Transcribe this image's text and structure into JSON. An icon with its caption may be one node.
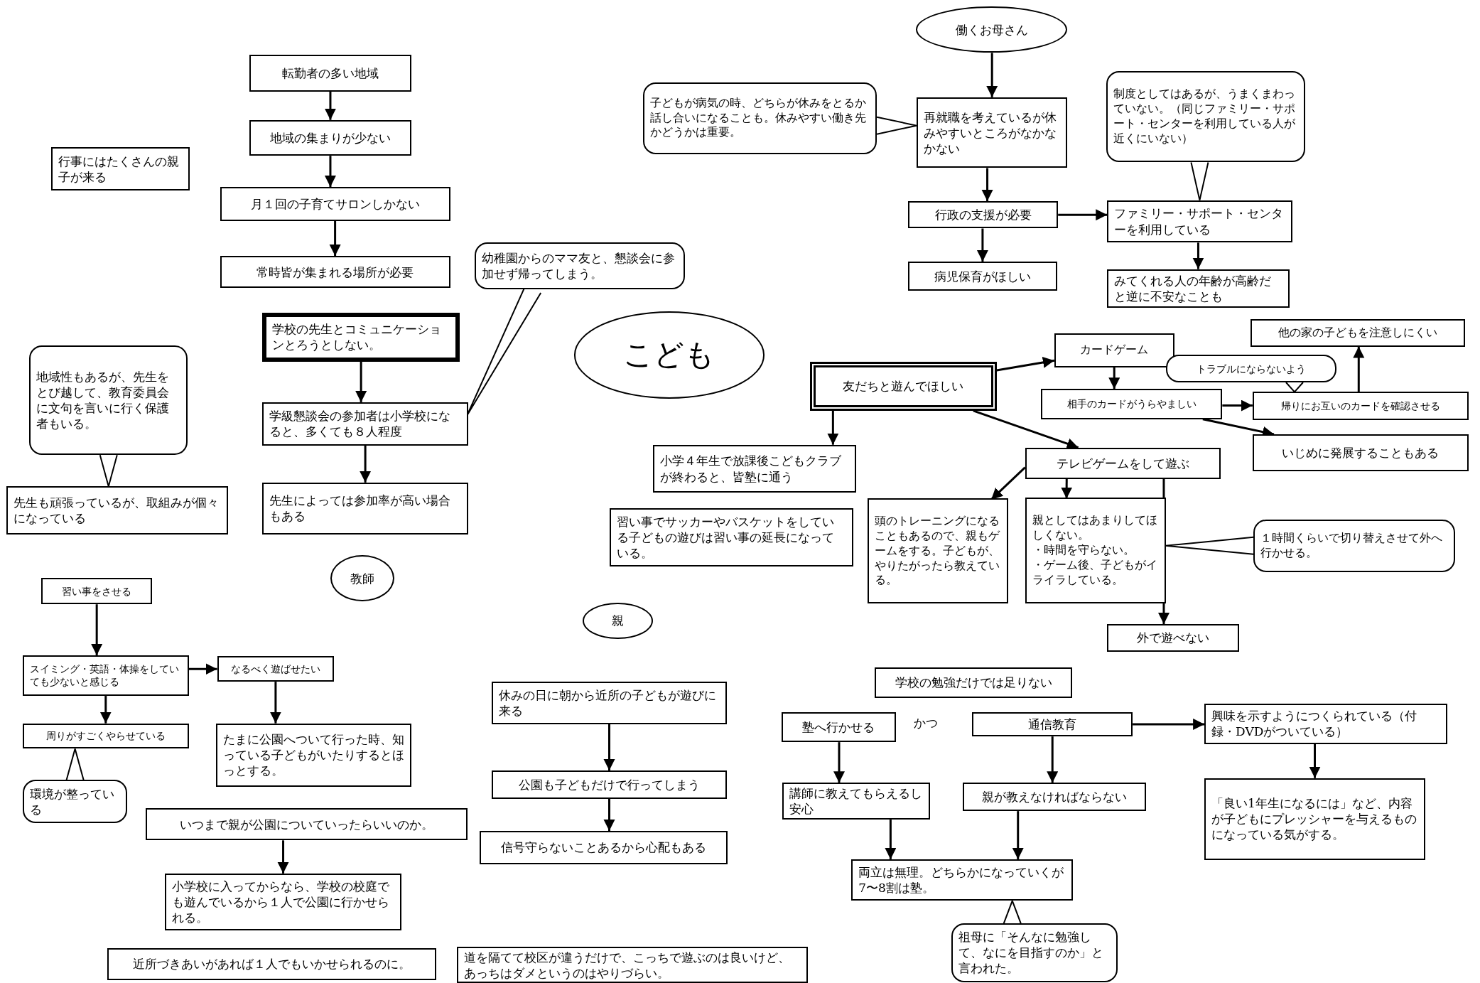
{
  "diagram": {
    "nodes": [
      {
        "text": [
          "転勤者の多い地域"
        ]
      },
      {
        "text": [
          "地域の集まりが少ない"
        ]
      },
      {
        "text": [
          "月１回の子育てサロンしかない"
        ]
      },
      {
        "text": [
          "常時皆が集まれる場所が必要"
        ]
      },
      {
        "text": [
          "行事にはたくさんの親子が来る"
        ]
      },
      {
        "text": [
          "学校の先生とコミュニケーションとろうとしない。"
        ]
      },
      {
        "text": [
          "学級懇談会の参加者は小学校になると、多くても８人程度"
        ]
      },
      {
        "text": [
          "先生によっては参加率が高い場合もある"
        ]
      },
      {
        "text": [
          "幼稚園からのママ友と、懇談会に参加せず帰ってしまう。"
        ]
      },
      {
        "text": [
          "地域性もあるが、先生をとび越して、教育委員会に文句を言いに行く保護者もいる。"
        ]
      },
      {
        "text": [
          "先生も頑張っているが、取組みが個々になっている"
        ]
      },
      {
        "text": [
          "教師"
        ]
      },
      {
        "text": [
          "こども"
        ]
      },
      {
        "text": [
          "親"
        ]
      },
      {
        "text": [
          "働くお母さん"
        ]
      },
      {
        "text": [
          "子どもが病気の時、どちらが休みをとるか話し合いになることも。休みやすい働き先かどうかは重要。"
        ]
      },
      {
        "text": [
          "再就職を考えているが休みやすいところがなかなかない"
        ]
      },
      {
        "text": [
          "行政の支援が必要"
        ]
      },
      {
        "text": [
          "病児保育がほしい"
        ]
      },
      {
        "text": [
          "ファミリー・サポート・センターを利用している"
        ]
      },
      {
        "text": [
          "制度としてはあるが、うまくまわっていない。（同じファミリー・サポート・センターを利用している人が近くにいない）"
        ]
      },
      {
        "text": [
          "みてくれる人の年齢が高齢だと逆に不安なことも"
        ]
      },
      {
        "text": [
          "友だちと遊んでほしい"
        ]
      },
      {
        "text": [
          "カードゲーム"
        ]
      },
      {
        "text": [
          "トラブルにならないよう"
        ]
      },
      {
        "text": [
          "相手のカードがうらやましい"
        ]
      },
      {
        "text": [
          "帰りにお互いのカードを確認させる"
        ]
      },
      {
        "text": [
          "他の家の子どもを注意しにくい"
        ]
      },
      {
        "text": [
          "いじめに発展することもある"
        ]
      },
      {
        "text": [
          "小学４年生で放課後こどもクラブが終わると、皆塾に通う"
        ]
      },
      {
        "text": [
          "習い事でサッカーやバスケットをしている子どもの遊びは習い事の延長になっている。"
        ]
      },
      {
        "text": [
          "テレビゲームをして遊ぶ"
        ]
      },
      {
        "text": [
          "頭のトレーニングになることもあるので、親もゲームをする。子どもが、やりたがったら教えている。"
        ]
      },
      {
        "text": [
          "親としてはあまりしてほしくない。",
          "・時間を守らない。",
          "・ゲーム後、子どもがイライラしている。"
        ]
      },
      {
        "text": [
          "１時間くらいで切り替えさせて外へ行かせる。"
        ]
      },
      {
        "text": [
          "外で遊べない"
        ]
      },
      {
        "text": [
          "習い事をさせる"
        ]
      },
      {
        "text": [
          "スイミング・英語・体操をしていても少ないと感じる"
        ]
      },
      {
        "text": [
          "なるべく遊ばせたい"
        ]
      },
      {
        "text": [
          "周りがすごくやらせている"
        ]
      },
      {
        "text": [
          "環境が整っている"
        ]
      },
      {
        "text": [
          "たまに公園へついて行った時、知っている子どもがいたりするとほっとする。"
        ]
      },
      {
        "text": [
          "いつまで親が公園についていったらいいのか。"
        ]
      },
      {
        "text": [
          "小学校に入ってからなら、学校の校庭でも遊んでいるから１人で公園に行かせられる。"
        ]
      },
      {
        "text": [
          "近所づきあいがあれば１人でもいかせられるのに。"
        ]
      },
      {
        "text": [
          "道を隔てて校区が違うだけで、こっちで遊ぶのは良いけど、あっちはダメというのはやりづらい。"
        ]
      },
      {
        "text": [
          "休みの日に朝から近所の子どもが遊びに来る"
        ]
      },
      {
        "text": [
          "公園も子どもだけで行ってしまう"
        ]
      },
      {
        "text": [
          "信号守らないことあるから心配もある"
        ]
      },
      {
        "text": [
          "学校の勉強だけでは足りない"
        ]
      },
      {
        "text": [
          "塾へ行かせる"
        ]
      },
      {
        "text": [
          "通信教育"
        ]
      },
      {
        "text": [
          "興味を示すようにつくられている（付録・DVDがついている）"
        ]
      },
      {
        "text": [
          "講師に教えてもらえるし安心"
        ]
      },
      {
        "text": [
          "親が教えなければならない"
        ]
      },
      {
        "text": [
          "両立は無理。どちらかになっていくが7〜8割は塾。"
        ]
      },
      {
        "text": [
          "「良い1年生になるには」など、内容が子どもにプレッシャーを与えるものになっている気がする。"
        ]
      },
      {
        "text": [
          "祖母に「そんなに勉強して、なにを目指すのか」と言われた。"
        ]
      }
    ],
    "edges": [
      {
        "from": 0,
        "to": 1,
        "arrow": "to"
      },
      {
        "from": 1,
        "to": 2,
        "arrow": "to"
      },
      {
        "from": 2,
        "to": 3,
        "arrow": "to"
      },
      {
        "from": 5,
        "to": 6,
        "arrow": "to"
      },
      {
        "from": 6,
        "to": 7,
        "arrow": "to"
      },
      {
        "from": 8,
        "to": 6,
        "arrow": "none"
      },
      {
        "from": 9,
        "to": 10,
        "arrow": "none"
      },
      {
        "from": 14,
        "to": 16,
        "arrow": "to"
      },
      {
        "from": 15,
        "to": 16,
        "arrow": "none"
      },
      {
        "from": 16,
        "to": 17,
        "arrow": "to"
      },
      {
        "from": 17,
        "to": 18,
        "arrow": "to"
      },
      {
        "from": 17,
        "to": 19,
        "arrow": "to"
      },
      {
        "from": 20,
        "to": 19,
        "arrow": "none"
      },
      {
        "from": 19,
        "to": 21,
        "arrow": "to"
      },
      {
        "from": 22,
        "to": 23,
        "arrow": "to"
      },
      {
        "from": 22,
        "to": 29,
        "arrow": "to"
      },
      {
        "from": 22,
        "to": 31,
        "arrow": "to"
      },
      {
        "from": 23,
        "to": 25,
        "arrow": "to"
      },
      {
        "from": 24,
        "to": 26,
        "arrow": "none"
      },
      {
        "from": 25,
        "to": 26,
        "arrow": "to"
      },
      {
        "from": 25,
        "to": 28,
        "arrow": "to"
      },
      {
        "from": 26,
        "to": 27,
        "arrow": "to"
      },
      {
        "from": 31,
        "to": 32,
        "arrow": "to"
      },
      {
        "from": 31,
        "to": 33,
        "arrow": "to"
      },
      {
        "from": 31,
        "to": 35,
        "arrow": "to"
      },
      {
        "from": 34,
        "to": 33,
        "arrow": "none"
      },
      {
        "from": 36,
        "to": 37,
        "arrow": "to"
      },
      {
        "from": 37,
        "to": 38,
        "arrow": "to"
      },
      {
        "from": 37,
        "to": 39,
        "arrow": "to"
      },
      {
        "from": 40,
        "to": 39,
        "arrow": "none"
      },
      {
        "from": 38,
        "to": 41,
        "arrow": "to"
      },
      {
        "from": 42,
        "to": 43,
        "arrow": "to"
      },
      {
        "from": 46,
        "to": 47,
        "arrow": "to"
      },
      {
        "from": 47,
        "to": 48,
        "arrow": "to"
      },
      {
        "from": 50,
        "to": 53,
        "arrow": "to"
      },
      {
        "from": 51,
        "to": 54,
        "arrow": "to"
      },
      {
        "from": 51,
        "to": 52,
        "arrow": "to"
      },
      {
        "from": 52,
        "to": 56,
        "arrow": "to"
      },
      {
        "from": 53,
        "to": 55,
        "arrow": "to"
      },
      {
        "from": 54,
        "to": 55,
        "arrow": "to"
      },
      {
        "from": 57,
        "to": 55,
        "arrow": "none"
      }
    ],
    "labels": [
      "かつ"
    ]
  }
}
